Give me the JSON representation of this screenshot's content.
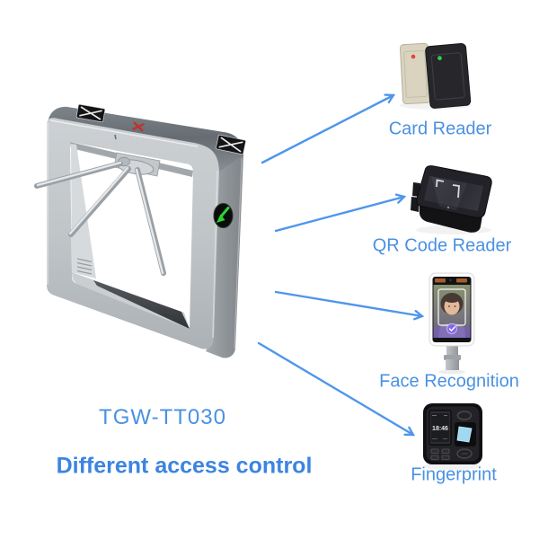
{
  "product": {
    "model": "TGW-TT030",
    "tagline": "Different access control"
  },
  "devices": [
    {
      "name": "card-reader",
      "label": "Card Reader"
    },
    {
      "name": "qr-code-reader",
      "label": "QR Code Reader"
    },
    {
      "name": "face-recognition",
      "label": "Face Recognition"
    },
    {
      "name": "fingerprint",
      "label": "Fingerprint",
      "screen_time": "18:46"
    }
  ],
  "turnstile": {
    "indicators": {
      "top_status": "red-cross-icon",
      "side_direction": "green-arrow-down-left-icon",
      "deck_swipe_zones": "black-x-panel-icon"
    }
  },
  "colors": {
    "label_blue": "#4a91e2",
    "tagline_blue": "#3c84e0",
    "arrow_blue": "#4f95ec",
    "indicator_green": "#2bd32f",
    "indicator_red": "#c2312a",
    "background": "#ffffff"
  }
}
